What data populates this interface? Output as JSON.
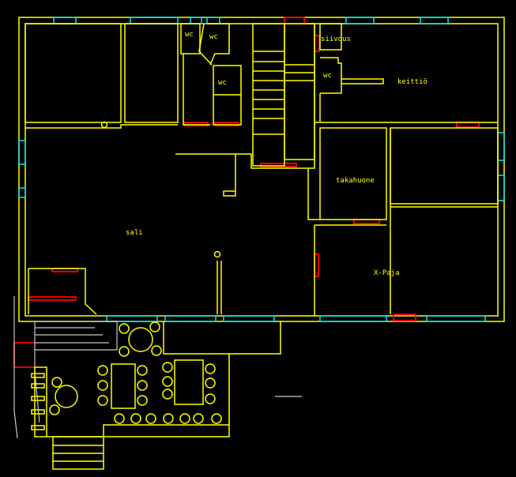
{
  "plan": {
    "rooms": {
      "wc1": "wc",
      "wc2": "wc",
      "wc3": "wc",
      "siivous": "siivous",
      "wc4": "wc",
      "keittio": "keittiö",
      "takahuone": "takahuone",
      "sali": "sali",
      "xpaja": "X-Paja"
    },
    "colors": {
      "wall": "#ffff00",
      "window": "#00e5ee",
      "door": "#ff0000",
      "aux": "#c8c8c8",
      "background": "#000000"
    }
  }
}
